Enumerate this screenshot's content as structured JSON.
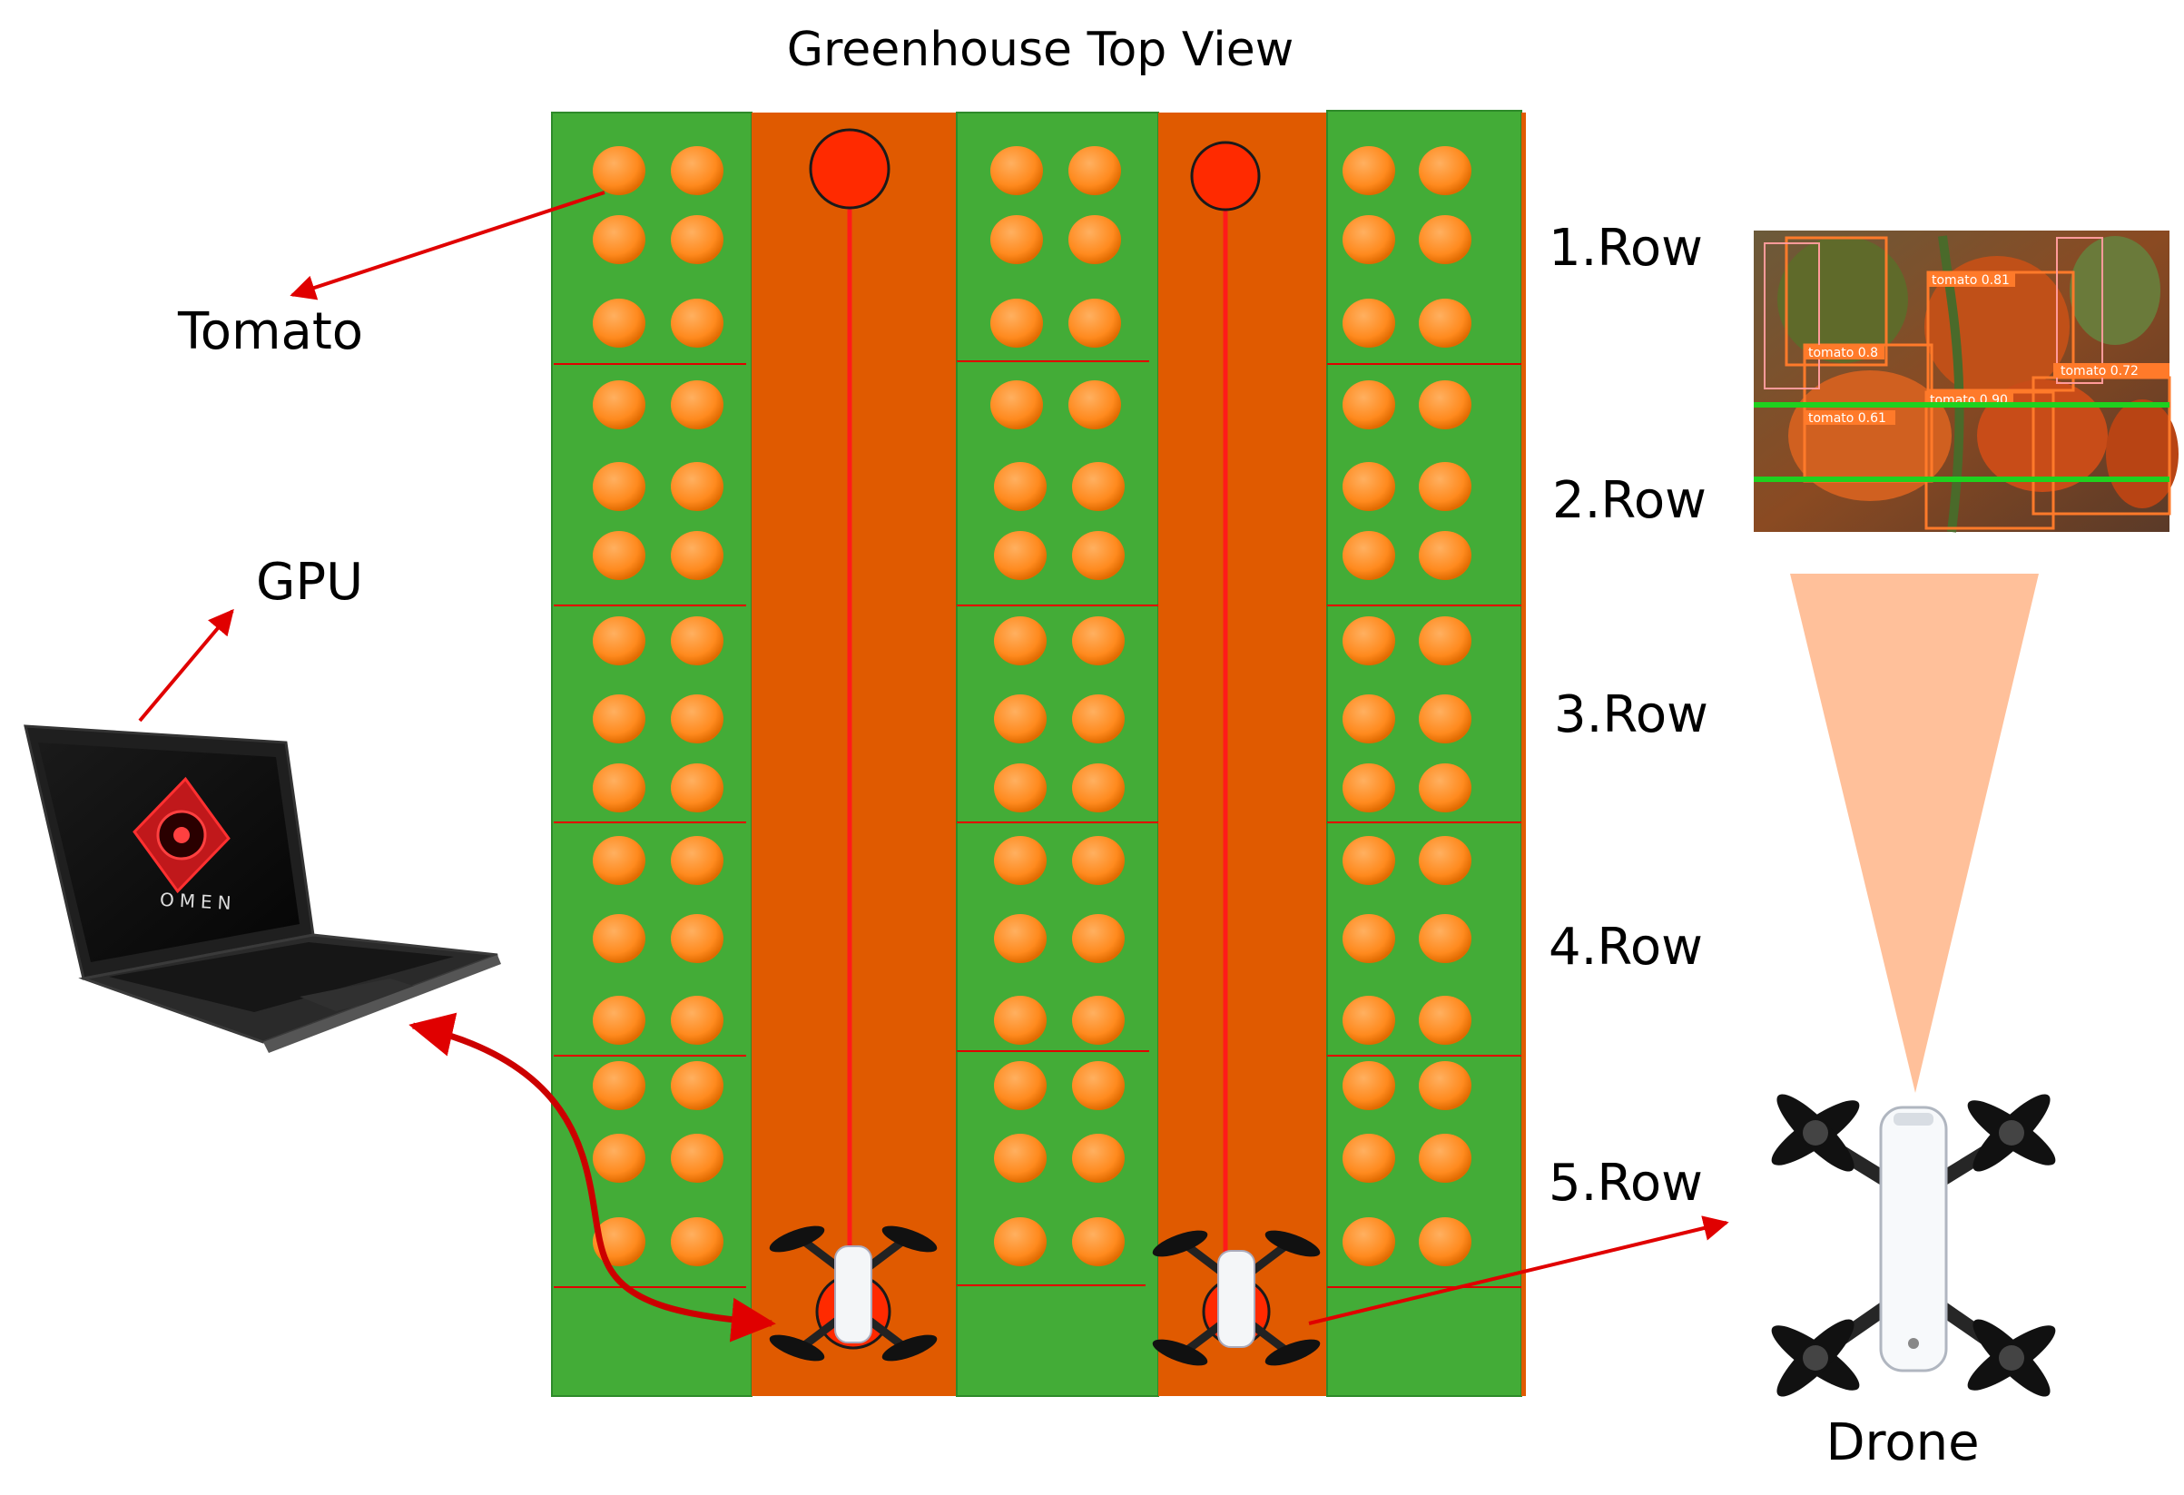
{
  "title": "Greenhouse Top View",
  "labels": {
    "tomato": "Tomato",
    "gpu": "GPU",
    "drone": "Drone",
    "laptop_brand": "OMEN"
  },
  "rows": [
    "1.Row",
    "2.Row",
    "3.Row",
    "4.Row",
    "5.Row"
  ],
  "detection_tags": [
    "tomato 0.81",
    "tomato 0.8",
    "tomato 0.90",
    "tomato 0.72",
    "tomato 0.61"
  ],
  "colors": {
    "plant_bed": "#43ac37",
    "walkway": "#e05a00",
    "tomato": "#ff8a1e",
    "red_line": "#e00000",
    "waypoint": "#ff2a00",
    "fov": "#ffc09a",
    "detection_line": "#1fd11f"
  },
  "icons": [
    "laptop-icon",
    "drone-icon",
    "camera-detection-image"
  ]
}
